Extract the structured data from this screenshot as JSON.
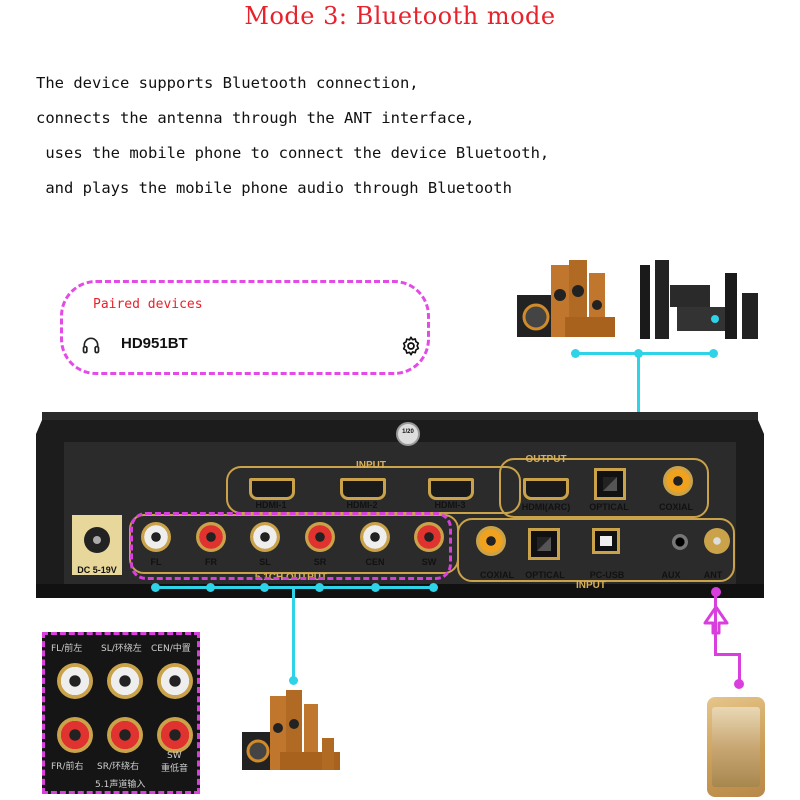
{
  "title": "Mode 3: Bluetooth mode",
  "description": [
    "The device supports Bluetooth connection,",
    "connects the antenna through the ANT interface,",
    " uses the mobile phone to connect the device Bluetooth,",
    " and plays the mobile phone audio through Bluetooth"
  ],
  "paired": {
    "title": "Paired devices",
    "device_name": "HD951BT"
  },
  "device": {
    "dc_label": "DC 5-19V",
    "input_header": "INPUT",
    "output_header": "OUTPUT",
    "hdmi_inputs": [
      "HDMI-1",
      "HDMI-2",
      "HDMI-3"
    ],
    "outputs": [
      "HDMI(ARC)",
      "OPTICAL",
      "COXIAL"
    ],
    "channels": [
      "FL",
      "FR",
      "SL",
      "SR",
      "CEN",
      "SW"
    ],
    "channel_header": "5.1CH OUTPUT",
    "bottom_inputs": [
      "COXIAL",
      "OPTICAL",
      "PC-USB",
      "AUX",
      "ANT"
    ],
    "bottom_input_header": "INPUT",
    "knob_label": "1/20"
  },
  "inset": {
    "labels": [
      "FL/前左",
      "SL/环绕左",
      "CEN/中置",
      "FR/前右",
      "SR/环绕右",
      "SW",
      "重低音",
      "5.1声道输入"
    ]
  },
  "colors": {
    "title": "#e8212b",
    "cyan": "#2fd3e8",
    "magenta": "#d93fdc",
    "gold": "#c9a24a"
  }
}
